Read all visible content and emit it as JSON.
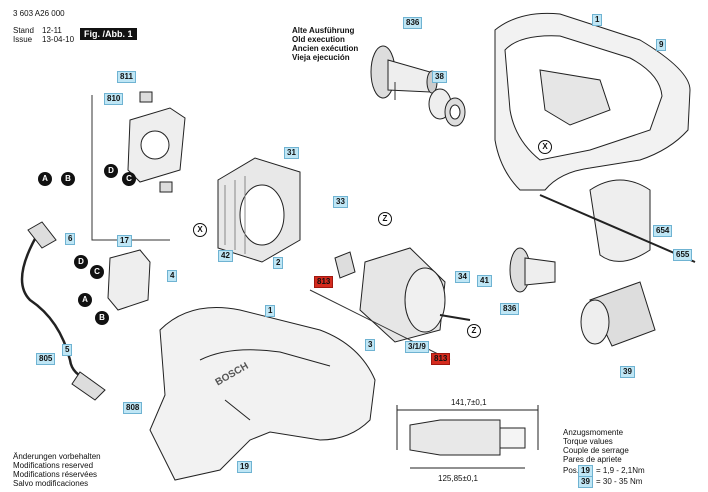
{
  "header": {
    "code": "3 603 A26 000",
    "stand_label": "Stand",
    "stand_value": "12-11",
    "issue_label": "Issue",
    "issue_value": "13-04-10",
    "fig": "Fig. /Abb. 1"
  },
  "old_execution": [
    "Alte Ausführung",
    "Old execution",
    "Ancien exécution",
    "Vieja ejecución"
  ],
  "parts": {
    "p836a": "836",
    "p38": "38",
    "p1a": "1",
    "p9": "9",
    "p811": "811",
    "p810": "810",
    "p31": "31",
    "p33": "33",
    "p6": "6",
    "p17": "17",
    "p2": "2",
    "p42": "42",
    "p4": "4",
    "p5": "5",
    "p805": "805",
    "p1b": "1",
    "p808": "808",
    "p19": "19",
    "p813a": "813",
    "p813b": "813",
    "p3": "3",
    "p319": "3/1/9",
    "p34": "34",
    "p41": "41",
    "p836b": "836",
    "p654": "654",
    "p655": "655",
    "p39": "39"
  },
  "letters": {
    "a1": "A",
    "b1": "B",
    "d1": "D",
    "c1": "C",
    "d2": "D",
    "c2": "C",
    "a2": "A",
    "b2": "B",
    "x1": "X",
    "x2": "X",
    "z1": "Z",
    "z2": "Z"
  },
  "dims": {
    "top": "141,7±0,1",
    "bottom": "125,85±0,1"
  },
  "torque": {
    "lines": [
      "Anzugsmomente",
      "Torque values",
      "Couple de serrage",
      "Pares de apriete"
    ],
    "pos_label": "Pos.",
    "row1_pos": "19",
    "row1_val": "= 1,9 - 2,1Nm",
    "row2_pos": "39",
    "row2_val": "= 30 - 35 Nm"
  },
  "footer": [
    "Änderungen vorbehalten",
    "Modifications reserved",
    "Modifications réservées",
    "Salvo modificaciones"
  ],
  "brand": "BOSCH",
  "colors": {
    "tag_bg": "#bfe6f5",
    "tag_border": "#6fb3d2",
    "tag_red": "#d52b1e"
  }
}
